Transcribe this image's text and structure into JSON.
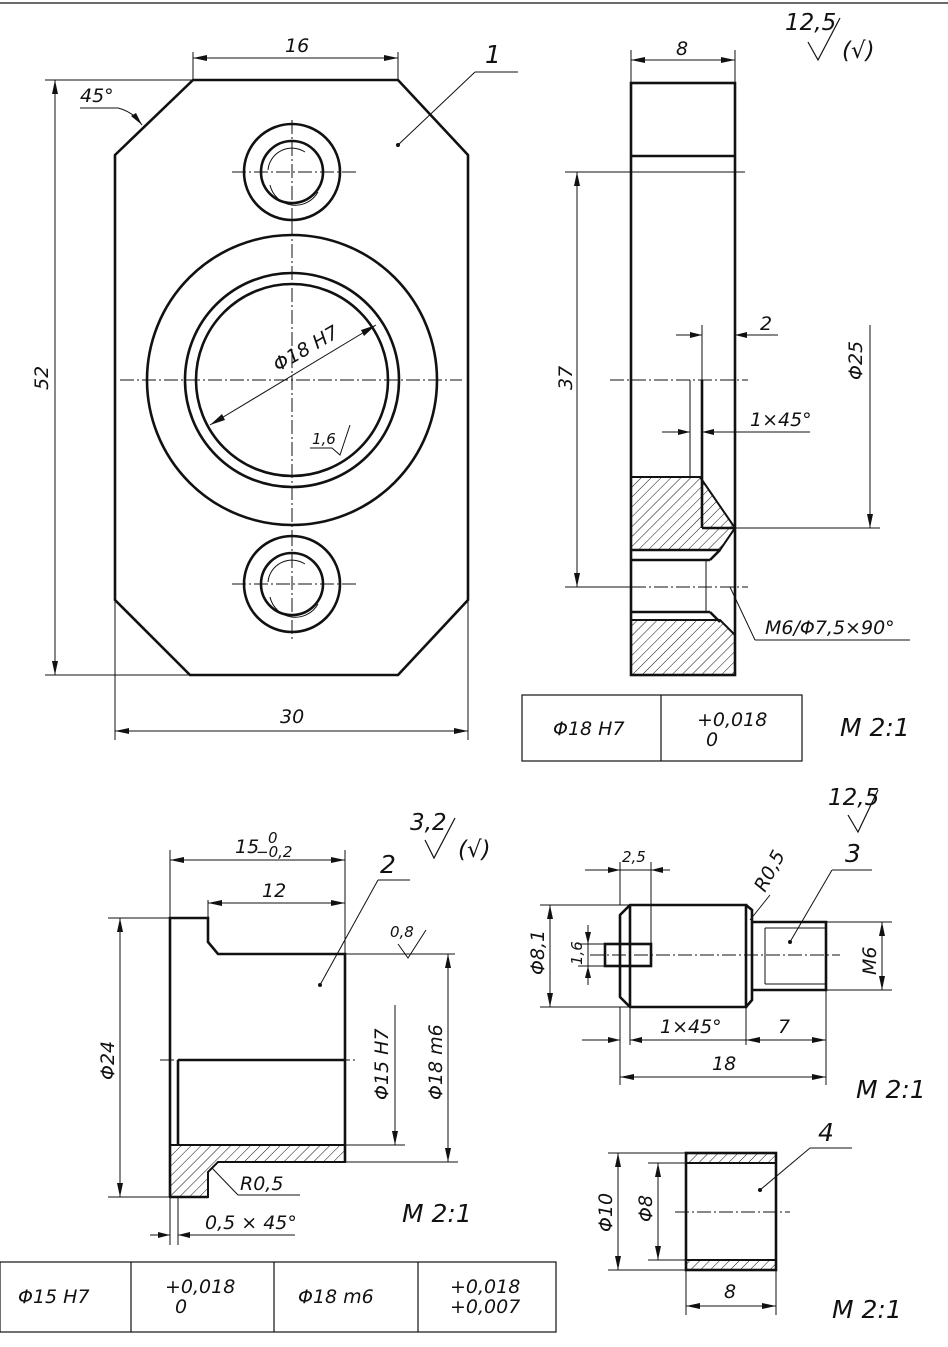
{
  "part1": {
    "number": "1",
    "dim_top_width": "16",
    "dim_height": "52",
    "dim_width": "30",
    "chamfer_angle": "45°",
    "bore": "Φ18 H7",
    "bore_roughness": "1,6",
    "side_dim_thickness": "8",
    "side_dim_37": "37",
    "side_dim_2": "2",
    "side_dim_phi25": "Φ25",
    "side_chamfer": "1×45°",
    "thread_callout": "M6/Φ7,5×90°",
    "roughness_general": "12,5",
    "roughness_paren": "(√)",
    "scale": "M 2:1",
    "tolerance_table": [
      {
        "fit": "Φ18 H7",
        "upper": "+0,018",
        "lower": "0"
      }
    ]
  },
  "part2": {
    "number": "2",
    "dim_length": "15",
    "dim_length_upper": "0",
    "dim_length_lower": "−0,2",
    "dim_12": "12",
    "roughness_08": "0,8",
    "dim_phi24": "Φ24",
    "dim_phi15": "Φ15 H7",
    "dim_phi18": "Φ18 m6",
    "radius": "R0,5",
    "chamfer": "0,5 × 45°",
    "roughness_general": "3,2",
    "roughness_paren": "(√)",
    "scale": "M 2:1",
    "tolerance_table": [
      {
        "fit": "Φ15 H7",
        "upper": "+0,018",
        "lower": "0"
      },
      {
        "fit": "Φ18 m6",
        "upper": "+0,018",
        "lower": "+0,007"
      }
    ]
  },
  "part3": {
    "number": "3",
    "dim_25": "2,5",
    "radius": "R0,5",
    "dim_phi81": "Φ8,1",
    "dim_16": "1,6",
    "thread": "M6",
    "chamfer": "1×45°",
    "dim_7": "7",
    "dim_18": "18",
    "roughness_general": "12,5",
    "scale": "M 2:1"
  },
  "part4": {
    "number": "4",
    "dim_phi10": "Φ10",
    "dim_phi8": "Φ8",
    "dim_8": "8",
    "scale": "M 2:1"
  }
}
